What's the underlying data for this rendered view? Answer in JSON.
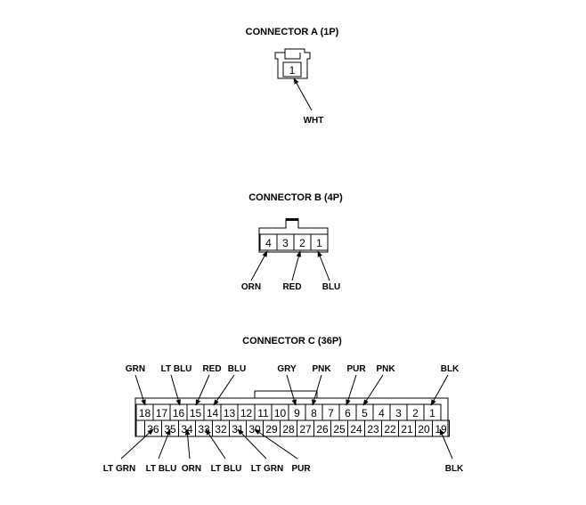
{
  "connectors": {
    "a": {
      "title": "CONNECTOR A (1P)",
      "pins": [
        "1"
      ],
      "wires": [
        "WHT"
      ]
    },
    "b": {
      "title": "CONNECTOR B (4P)",
      "pins": [
        "4",
        "3",
        "2",
        "1"
      ],
      "wires": [
        "ORN",
        "RED",
        "BLU"
      ]
    },
    "c": {
      "title": "CONNECTOR C (36P)",
      "top_row_pins": [
        "18",
        "17",
        "16",
        "15",
        "14",
        "13",
        "12",
        "11",
        "10",
        "9",
        "8",
        "7",
        "6",
        "5",
        "4",
        "3",
        "2",
        "1"
      ],
      "bottom_row_pins": [
        "36",
        "35",
        "34",
        "33",
        "32",
        "31",
        "30",
        "29",
        "28",
        "27",
        "26",
        "25",
        "24",
        "23",
        "22",
        "21",
        "20",
        "19"
      ],
      "top_wires": [
        "GRN",
        "LT BLU",
        "RED",
        "BLU",
        "GRY",
        "PNK",
        "PUR",
        "PNK",
        "BLK"
      ],
      "bottom_wires": [
        "LT GRN",
        "LT BLU",
        "ORN",
        "LT BLU",
        "LT GRN",
        "PUR",
        "BLK"
      ]
    }
  }
}
